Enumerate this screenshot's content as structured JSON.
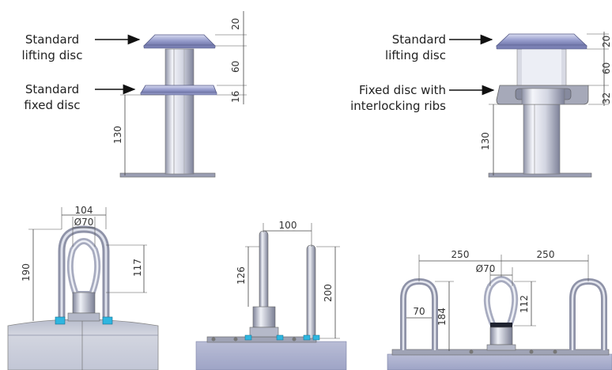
{
  "callouts": {
    "lifting_disc_left": [
      "Standard",
      "lifting disc"
    ],
    "fixed_disc_left": [
      "Standard",
      "fixed disc"
    ],
    "lifting_disc_right": [
      "Standard",
      "lifting disc"
    ],
    "fixed_disc_right": [
      "Fixed disc with",
      "interlocking ribs"
    ]
  },
  "dimensions": {
    "left_disc_top": "20",
    "left_stem": "60",
    "left_fixed": "16",
    "left_height": "130",
    "right_disc_top": "20",
    "right_stem": "60",
    "right_fixed": "32",
    "right_height": "130",
    "loop_width": "104",
    "loop_dia": "Ø70",
    "loop_height": "190",
    "loop_inner": "117",
    "pin_spacing": "100",
    "pin_left": "126",
    "pin_right": "200",
    "triple_left": "250",
    "triple_right": "250",
    "triple_dia": "Ø70",
    "triple_inner": "70",
    "triple_loop_height": "184",
    "triple_eye": "112"
  },
  "colors": {
    "steel_light": "#e6e9f2",
    "steel_mid": "#a9adc0",
    "steel_dark": "#6d7186",
    "disc_blue": "#8e94c4",
    "concrete": "#c9ccd8",
    "concrete_dark": "#9aa0bc",
    "accent_cyan": "#2fb6e0"
  }
}
